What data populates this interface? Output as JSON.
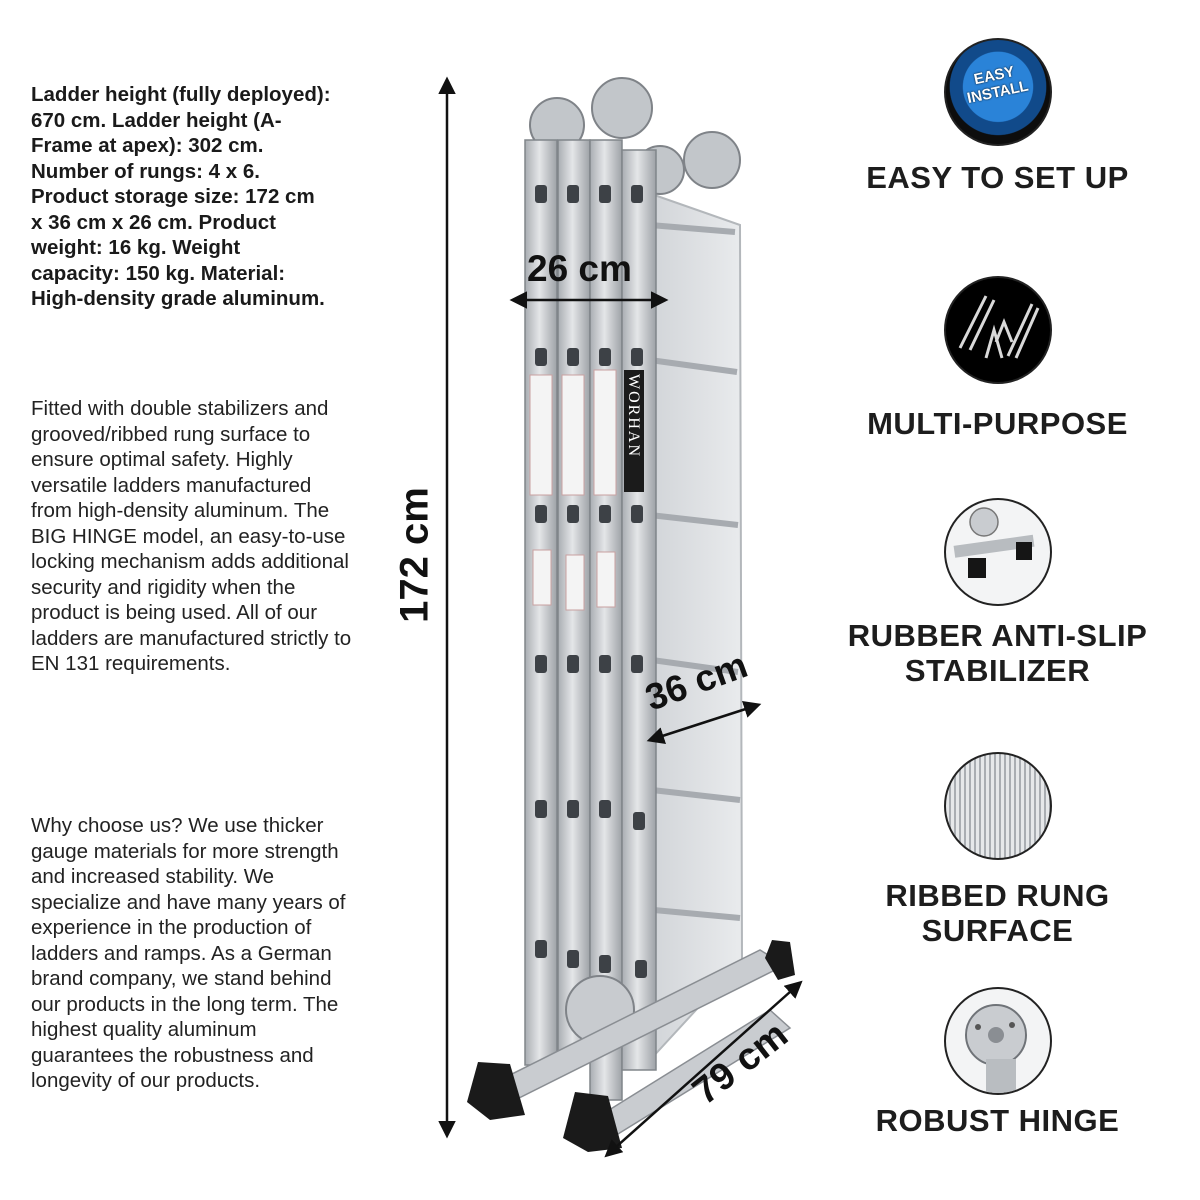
{
  "specs": {
    "text": "Ladder height (fully deployed): 670 cm. Ladder height (A-Frame at apex): 302 cm. Number of rungs: 4 x 6. Product storage size: 172 cm x 36 cm x 26 cm. Product weight: 16 kg. Weight capacity: 150 kg. Material: High-density grade aluminum."
  },
  "description": {
    "paragraph1": "Fitted with double stabilizers and grooved/ribbed rung surface to ensure optimal safety. Highly versatile ladders manufactured from high-density aluminum. The BIG HINGE model, an easy-to-use locking mechanism adds additional security and rigidity when the product is being used. All of our ladders are manufactured strictly to EN 131 requirements.",
    "paragraph2": "Why choose us? We use thicker gauge materials for more strength and increased stability. We specialize and have many years of experience in the production of ladders and ramps. As a German brand company, we stand behind our products in the long term. The highest quality aluminum guarantees the robustness and longevity of our products."
  },
  "dimensions": {
    "height": "172 cm",
    "depth": "26 cm",
    "width": "36 cm",
    "base": "79 cm"
  },
  "product": {
    "brand": "WORHAN"
  },
  "features": [
    {
      "label": "EASY TO SET UP",
      "icon": "easy-install-badge-icon",
      "badge_text": "EASY INSTALL"
    },
    {
      "label": "MULTI-PURPOSE",
      "icon": "ladder-configurations-icon"
    },
    {
      "label": "RUBBER ANTI-SLIP STABILIZER",
      "icon": "rubber-foot-icon"
    },
    {
      "label": "RIBBED RUNG SURFACE",
      "icon": "ribbed-surface-icon"
    },
    {
      "label": "ROBUST HINGE",
      "icon": "hinge-icon"
    }
  ],
  "colors": {
    "aluminum": "#c9ccd0",
    "aluminum_dark": "#9da1a6",
    "text": "#1a1a1a",
    "badge_blue": "#1f6fc1"
  }
}
